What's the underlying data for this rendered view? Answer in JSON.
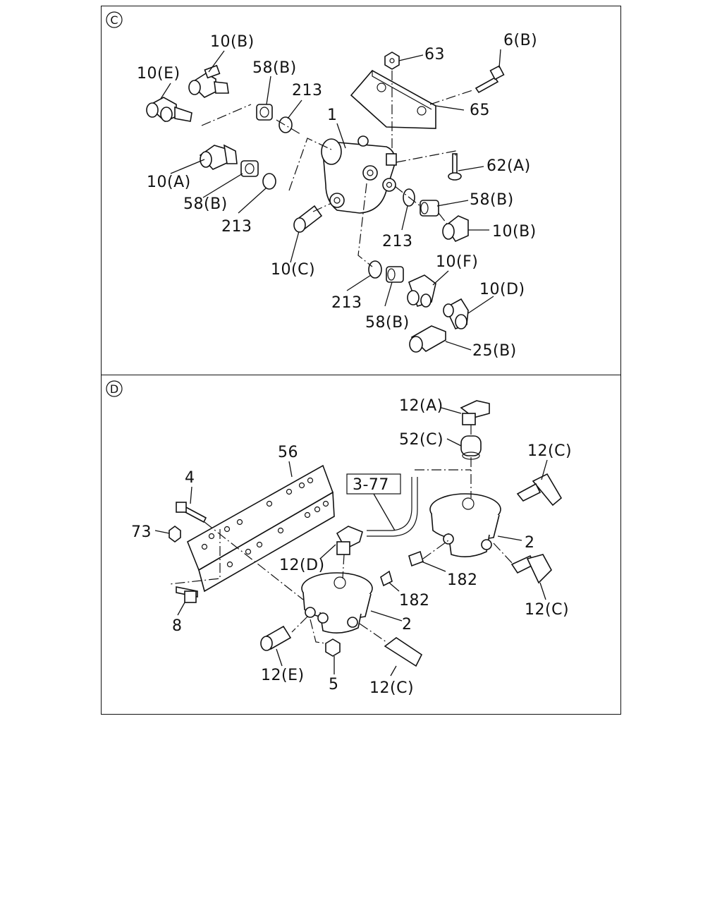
{
  "panels": {
    "c": {
      "id_letter": "C",
      "labels": {
        "l_10b_top": "10(B)",
        "l_10e": "10(E)",
        "l_58b_top": "58(B)",
        "l_213_top": "213",
        "l_63": "63",
        "l_6b": "6(B)",
        "l_65": "65",
        "l_1": "1",
        "l_62a": "62(A)",
        "l_10a": "10(A)",
        "l_58b_left": "58(B)",
        "l_213_left": "213",
        "l_58b_right": "58(B)",
        "l_10b_right": "10(B)",
        "l_213_mid": "213",
        "l_10c": "10(C)",
        "l_10f": "10(F)",
        "l_10d": "10(D)",
        "l_213_bot": "213",
        "l_58b_bot": "58(B)",
        "l_25b": "25(B)"
      }
    },
    "d": {
      "id_letter": "D",
      "labels": {
        "l_12a": "12(A)",
        "l_52c": "52(C)",
        "l_12c_top": "12(C)",
        "l_56": "56",
        "l_3_77": "3-77",
        "l_4": "4",
        "l_73": "73",
        "l_2_right": "2",
        "l_12d": "12(D)",
        "l_182_right": "182",
        "l_182_mid": "182",
        "l_12c_right": "12(C)",
        "l_2_left": "2",
        "l_8": "8",
        "l_12e": "12(E)",
        "l_5": "5",
        "l_12c_bot": "12(C)"
      }
    }
  }
}
